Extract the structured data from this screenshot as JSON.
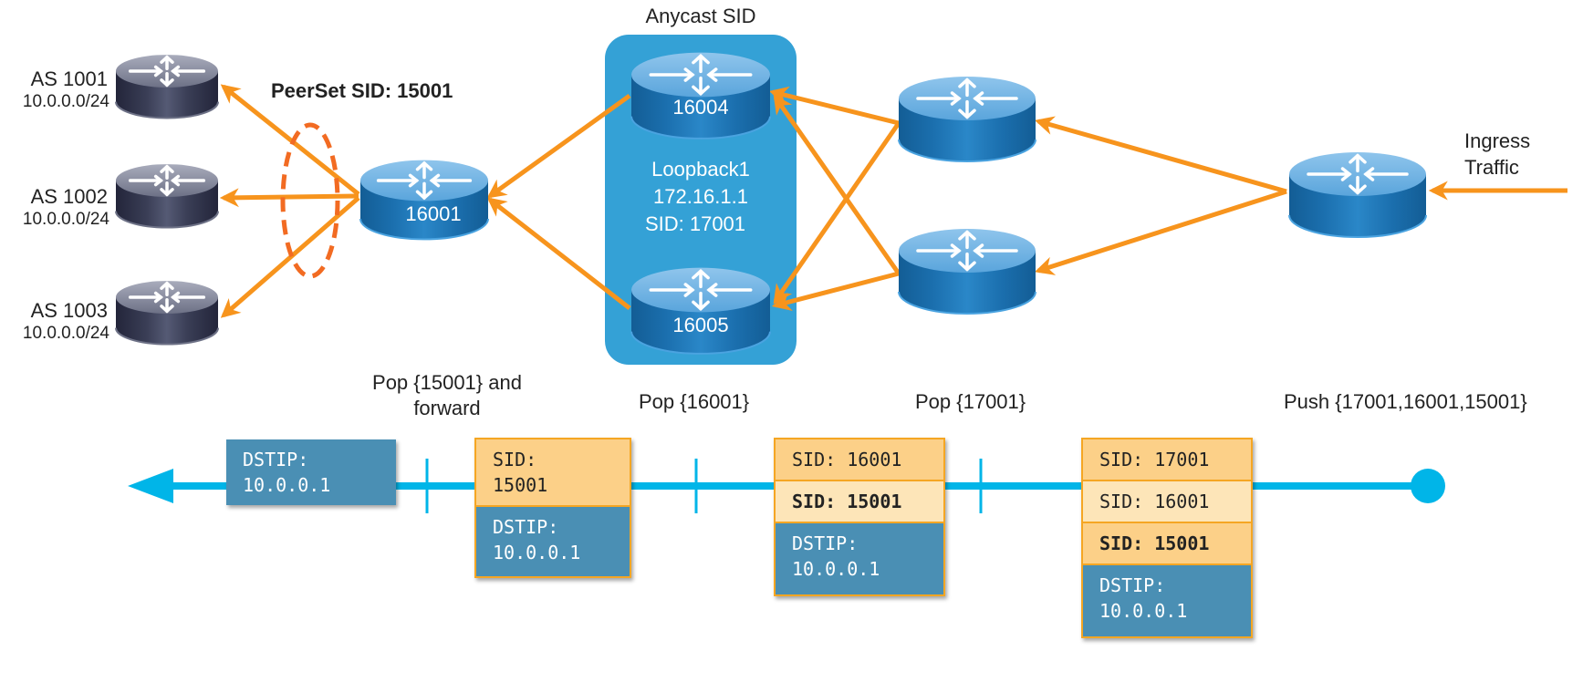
{
  "diagram": {
    "title": "Anycast SID and PeerSet SID label stack walkthrough",
    "colors": {
      "arrow": "#f7941d",
      "peerset_ellipse": "#f26b22",
      "timeline": "#00b5e8",
      "anycast_group": "#34a1d6",
      "router_blue": "#1e73b0",
      "router_dark": "#3c4054",
      "sid_cell": "#fcd088",
      "sid_cell_light": "#fde5b8",
      "dstip_cell": "#4a8fb4",
      "stack_border": "#f5a623"
    },
    "peers": [
      {
        "as": "AS 1001",
        "prefix": "10.0.0.0/24"
      },
      {
        "as": "AS 1002",
        "prefix": "10.0.0.0/24"
      },
      {
        "as": "AS 1003",
        "prefix": "10.0.0.0/24"
      }
    ],
    "peerset_label": "PeerSet SID: 15001",
    "routers": {
      "egress": "16001",
      "anycast_top": "16004",
      "anycast_bottom": "16005"
    },
    "anycast": {
      "title": "Anycast SID",
      "loopback": "Loopback1",
      "address": "172.16.1.1",
      "sid": "SID: 17001"
    },
    "ingress_label_line1": "Ingress",
    "ingress_label_line2": "Traffic",
    "steps": [
      {
        "label_line1": "Pop {15001} and",
        "label_line2": "forward"
      },
      {
        "label_line1": "Pop {16001}"
      },
      {
        "label_line1": "Pop {17001}"
      },
      {
        "label_line1": "Push {17001,16001,15001}"
      }
    ],
    "stacks": [
      {
        "cells": [
          {
            "kind": "dst",
            "line1": "DSTIP:",
            "line2": "10.0.0.1"
          }
        ]
      },
      {
        "cells": [
          {
            "kind": "sid",
            "line1": "SID:",
            "line2": "15001"
          },
          {
            "kind": "dst",
            "line1": "DSTIP:",
            "line2": "10.0.0.1"
          }
        ]
      },
      {
        "cells": [
          {
            "kind": "sid",
            "text": "SID: 16001"
          },
          {
            "kind": "sid-light-bold",
            "text": "SID: 15001"
          },
          {
            "kind": "dst",
            "line1": "DSTIP:",
            "line2": "10.0.0.1"
          }
        ]
      },
      {
        "cells": [
          {
            "kind": "sid",
            "text": "SID: 17001"
          },
          {
            "kind": "sid-light",
            "text": "SID: 16001"
          },
          {
            "kind": "sid-bold",
            "text": "SID: 15001"
          },
          {
            "kind": "dst",
            "line1": "DSTIP:",
            "line2": "10.0.0.1"
          }
        ]
      }
    ]
  }
}
